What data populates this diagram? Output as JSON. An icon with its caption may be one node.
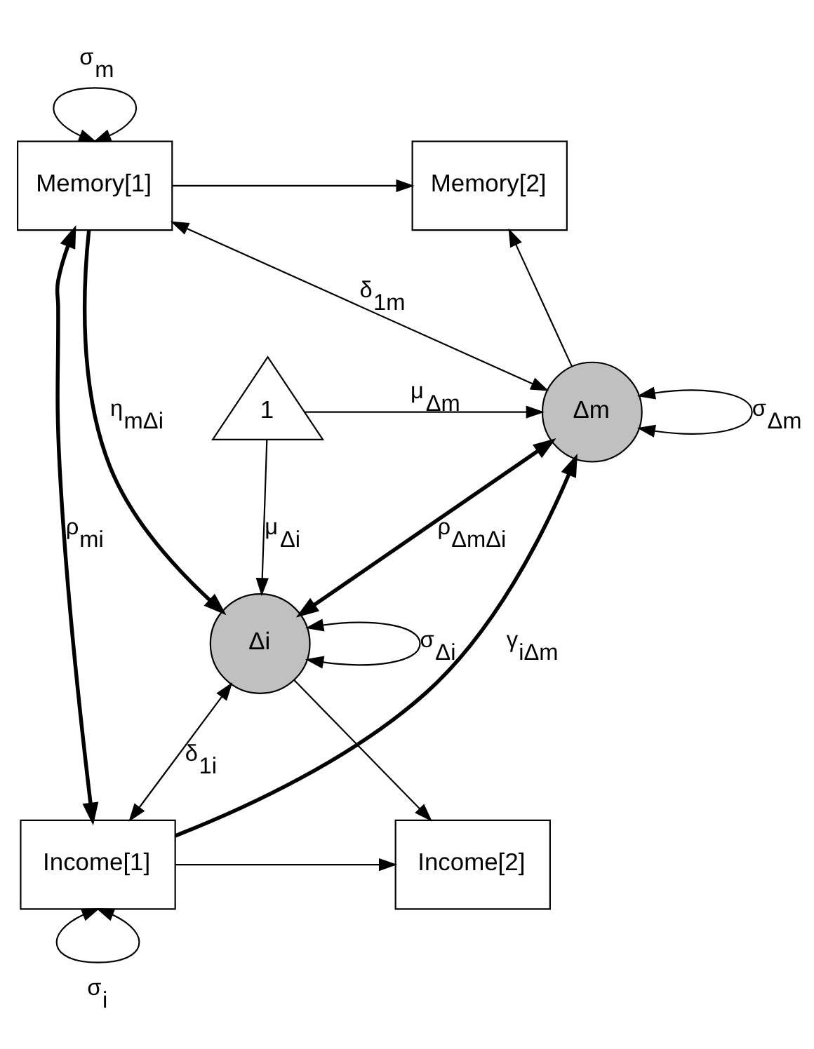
{
  "diagram": {
    "nodes": [
      {
        "text": [
          "Memory[1]"
        ]
      },
      {
        "text": [
          "Memory[2]"
        ]
      },
      {
        "text": [
          "Δm"
        ]
      },
      {
        "text": [
          "1"
        ]
      },
      {
        "text": [
          "Δi"
        ]
      },
      {
        "text": [
          "Income[1]"
        ]
      },
      {
        "text": [
          "Income[2]"
        ]
      }
    ],
    "edges": [
      {
        "from": 0,
        "to": 0,
        "arrow": "both",
        "label": "σ$_{m}$"
      },
      {
        "from": 0,
        "to": 1,
        "arrow": "to"
      },
      {
        "from": 2,
        "to": 2,
        "arrow": "both",
        "label": "σ$_{Δm}$"
      },
      {
        "from": 2,
        "to": 1,
        "arrow": "to"
      },
      {
        "from": 0,
        "to": 2,
        "arrow": "both",
        "label": "δ$_{1m}$"
      },
      {
        "from": 0,
        "to": 4,
        "arrow": "to",
        "label": "η$_{mΔi}$",
        "style": "thick"
      },
      {
        "from": 3,
        "to": 2,
        "arrow": "to",
        "label": "μ$_{Δm}$"
      },
      {
        "from": 0,
        "to": 5,
        "arrow": "both",
        "label": "ρ$_{mi}$",
        "style": "thick"
      },
      {
        "from": 2,
        "to": 4,
        "arrow": "both",
        "label": "ρ$_{ΔmΔi}$",
        "style": "thick"
      },
      {
        "from": 3,
        "to": 4,
        "arrow": "to",
        "label": "μ$_{Δi}$"
      },
      {
        "from": 5,
        "to": 2,
        "arrow": "to",
        "label": "γ$_{iΔm}$",
        "style": "thick"
      },
      {
        "from": 5,
        "to": 4,
        "arrow": "both",
        "label": "δ$_{1i}$"
      },
      {
        "from": 4,
        "to": 4,
        "arrow": "both",
        "label": "σ$_{Δi}$"
      },
      {
        "from": 4,
        "to": 6,
        "arrow": "to"
      },
      {
        "from": 5,
        "to": 6,
        "arrow": "to"
      },
      {
        "from": 5,
        "to": 5,
        "arrow": "both",
        "label": "σ$_{i}$"
      }
    ]
  }
}
